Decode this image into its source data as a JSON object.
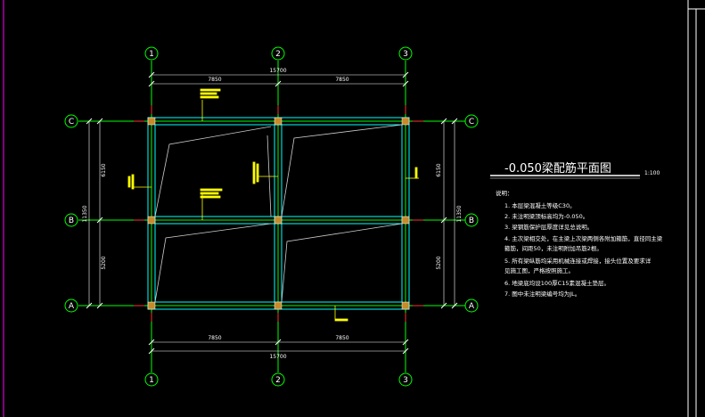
{
  "drawing": {
    "title": "-0.050梁配筋平面图",
    "scale": "1:100",
    "grid_columns": [
      "1",
      "2",
      "3"
    ],
    "grid_rows": [
      "C",
      "B",
      "A"
    ],
    "dims_top": {
      "span_1_2": "7850",
      "span_2_3": "7850",
      "total": "15700"
    },
    "dims_bottom": {
      "span_1_2": "7850",
      "span_2_3": "7850",
      "total": "15700"
    },
    "dims_left": {
      "span_C_B": "6150",
      "span_B_A": "5200",
      "total": "11350"
    },
    "dims_right": {
      "span_C_B": "6150",
      "span_B_A": "5200",
      "total": "11350"
    },
    "notes_title": "说明：",
    "notes": [
      "1. 本层梁混凝土等级C30。",
      "2. 未注明梁顶标高均为-0.050。",
      "3. 梁钢筋保护层厚度详见总说明。",
      "4. 主次梁相交处，在主梁上次梁两侧各附加箍筋，直径同主梁",
      "   箍筋，间距50，未注明附加吊筋2根。",
      "5. 所有梁纵筋均采用机械连接或焊接，接头位置及要求详",
      "   见施工图，严格按照施工。",
      "6. 地梁底均设100厚C15素混凝土垫层。",
      "7. 图中未注明梁编号均为JL。"
    ],
    "colors": {
      "background": "#000000",
      "grid_line": "#00ff00",
      "beam": "#00ffff",
      "column": "#c88a2a",
      "label": "#ffff00",
      "text": "#ffffff",
      "axis_end": "#ff0000",
      "frame": "#ff00ff"
    }
  }
}
